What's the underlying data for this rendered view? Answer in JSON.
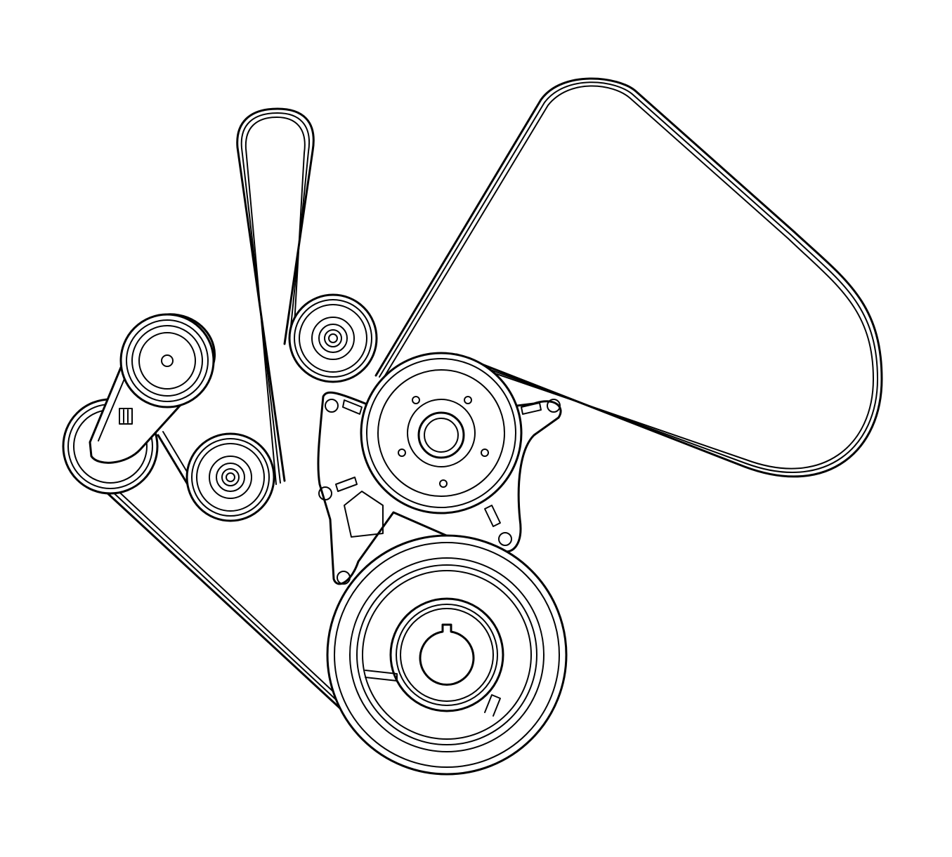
{
  "diagram": {
    "background_color": "#ffffff",
    "line_color": "#000000",
    "components": [
      "serpentine-belt",
      "belt-tensioner-assembly",
      "upper-idler-pulley",
      "lower-idler-pulley",
      "water-pump-pulley",
      "crankshaft-balancer-pulley",
      "mounting-bracket"
    ]
  }
}
